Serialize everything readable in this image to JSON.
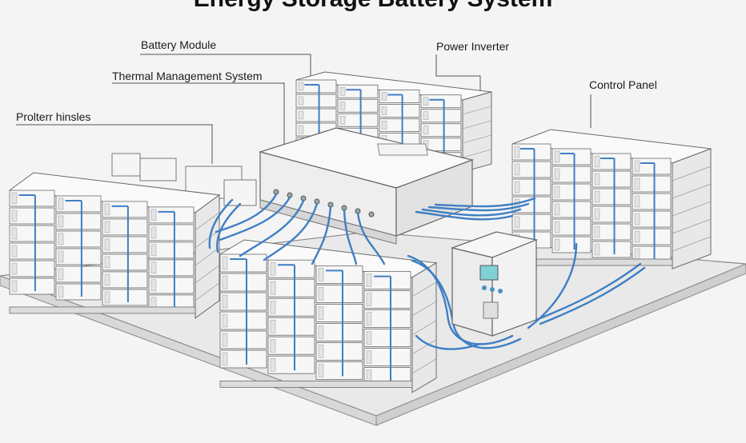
{
  "diagram": {
    "title": "Energy Storage Battery System",
    "labels": {
      "battery_module": "Battery Module",
      "thermal_management": "Thermal Management System",
      "power_inverter": "Power Inverter",
      "control_panel": "Control Panel",
      "protection_harness": "Prolterr hinsles"
    }
  },
  "colors": {
    "cable": "#3f7fc4",
    "outline": "#6a6a6a",
    "module_fill": "#f7f7f7",
    "platform": "#e6e6e6",
    "screen": "#7fd1d6"
  }
}
